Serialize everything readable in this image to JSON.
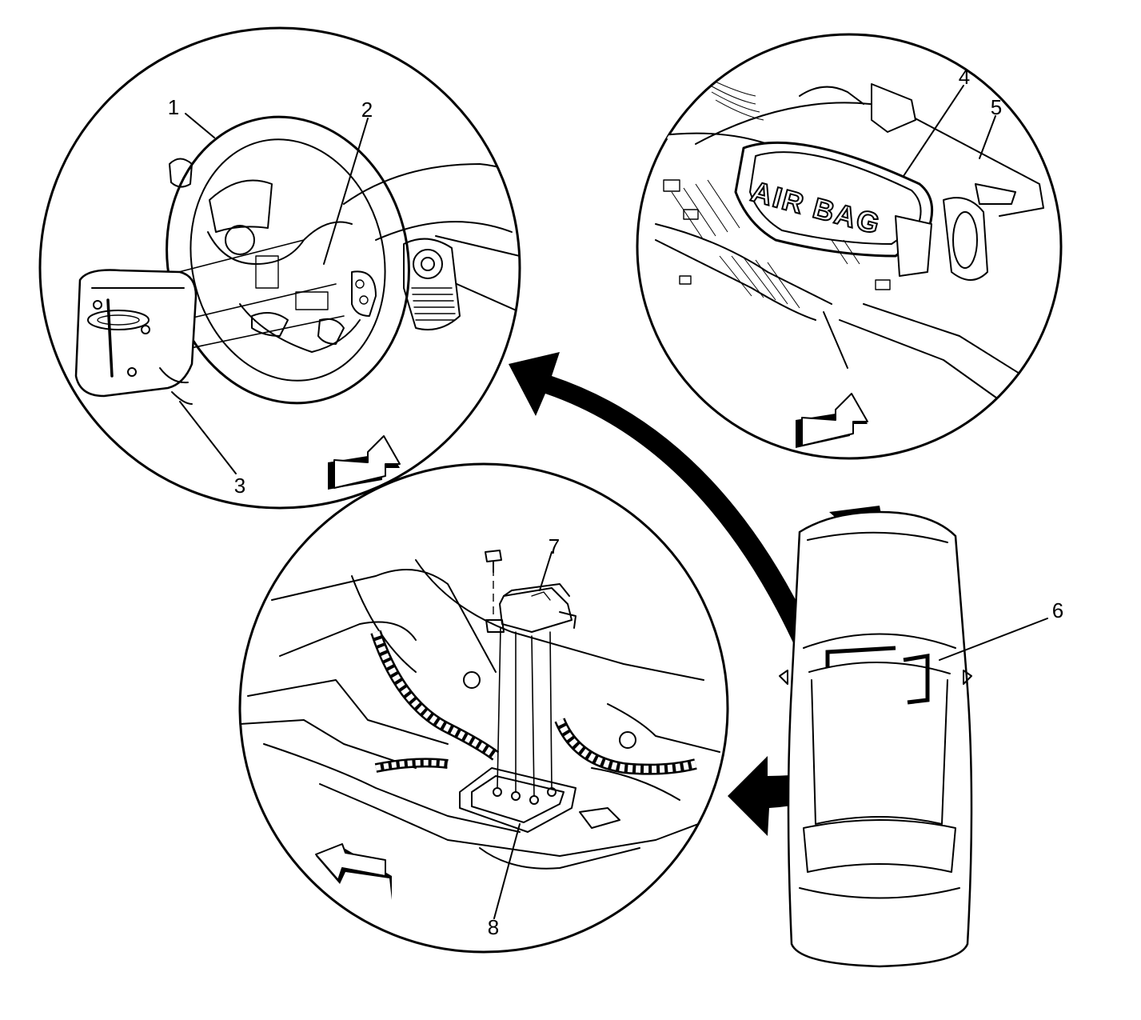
{
  "callouts": [
    {
      "id": 1,
      "text": "1"
    },
    {
      "id": 2,
      "text": "2"
    },
    {
      "id": 3,
      "text": "3"
    },
    {
      "id": 4,
      "text": "4"
    },
    {
      "id": 5,
      "text": "5"
    },
    {
      "id": 6,
      "text": "6"
    },
    {
      "id": 7,
      "text": "7"
    },
    {
      "id": 8,
      "text": "8"
    }
  ],
  "panel_text": {
    "air_bag_label": "AIR BAG"
  },
  "colors": {
    "ink": "#000000",
    "paper": "#ffffff"
  }
}
